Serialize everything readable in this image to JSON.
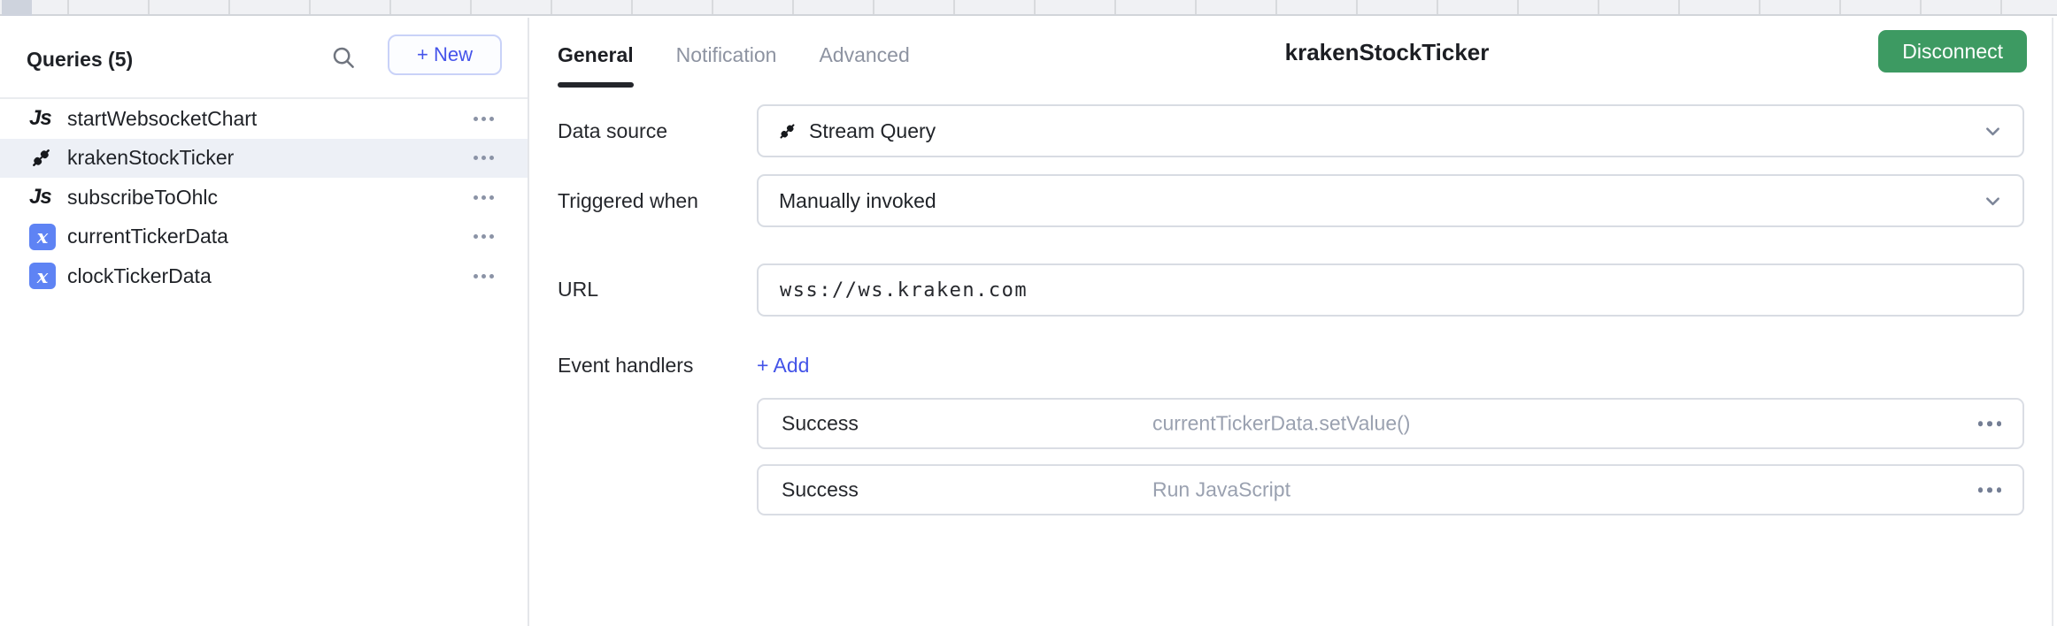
{
  "sidebar": {
    "header": {
      "title": "Queries (5)",
      "new_button_label": "+ New"
    },
    "items": [
      {
        "label": "startWebsocketChart",
        "icon": "js-query-icon",
        "selected": false
      },
      {
        "label": "krakenStockTicker",
        "icon": "stream-plug-icon",
        "selected": true
      },
      {
        "label": "subscribeToOhlc",
        "icon": "js-query-icon",
        "selected": false
      },
      {
        "label": "currentTickerData",
        "icon": "state-variable-icon",
        "selected": false
      },
      {
        "label": "clockTickerData",
        "icon": "state-variable-icon",
        "selected": false
      }
    ]
  },
  "glyphs": {
    "js": "Js",
    "state": "x"
  },
  "editor": {
    "tabs": [
      {
        "label": "General",
        "active": true
      },
      {
        "label": "Notification",
        "active": false
      },
      {
        "label": "Advanced",
        "active": false
      }
    ],
    "title": "krakenStockTicker",
    "disconnect_button_label": "Disconnect",
    "fields": {
      "data_source": {
        "label": "Data source",
        "value": "Stream Query"
      },
      "triggered_when": {
        "label": "Triggered when",
        "value": "Manually invoked"
      },
      "url": {
        "label": "URL",
        "value": "wss://ws.kraken.com"
      },
      "event_handlers": {
        "label": "Event handlers",
        "add_label": "+ Add",
        "handlers": [
          {
            "event": "Success",
            "action": "currentTickerData.setValue()"
          },
          {
            "event": "Success",
            "action": "Run JavaScript"
          }
        ]
      }
    }
  },
  "colors": {
    "accent_blue": "#4554ea",
    "disconnect_green": "#3d9a62",
    "state_badge_blue": "#5e83f4",
    "selected_row_bg": "#edf0f6",
    "inactive_tab_gray": "#8d93a1",
    "muted_text_gray": "#9aa1b0"
  }
}
